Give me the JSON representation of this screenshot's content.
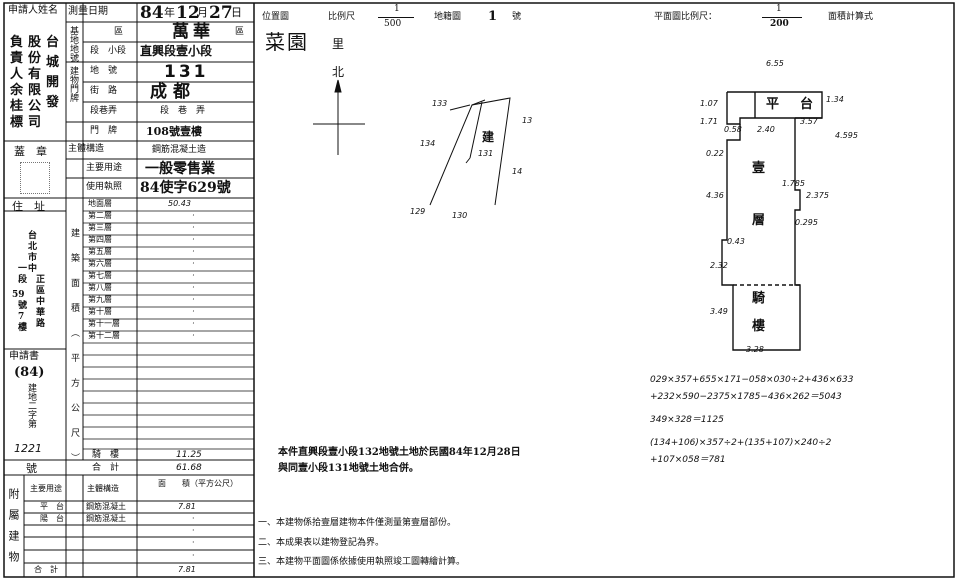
{
  "left": {
    "applicant_label": "申請人姓名",
    "applicant_name": [
      "台",
      "城",
      "開",
      "發"
    ],
    "applicant_name2": [
      "股",
      "份",
      "有",
      "限",
      "公",
      "司"
    ],
    "applicant_name3": [
      "負",
      "責",
      "人",
      "余",
      "桂",
      "標"
    ],
    "seal_label": "蓋　章",
    "address_label": "住　址",
    "address_lines": [
      "台",
      "北",
      "市",
      "中",
      "正",
      "區",
      "中",
      "華",
      "路",
      "一",
      "段",
      "59",
      "號",
      "7",
      "樓"
    ],
    "application_label": "申請書",
    "application_no": "(84)",
    "application_word": "建地二字第",
    "application_number": "1221",
    "application_hao": "號",
    "attached_label": "附屬建物",
    "survey_date_label": "測量日期",
    "survey_date": {
      "year": "84",
      "month": "12",
      "day": "27"
    },
    "year_char": "年",
    "month_char": "月",
    "day_char": "日",
    "base_land_label": "基地地號",
    "district_label": "區",
    "district_value": "萬華",
    "section_label": "段　小段",
    "section_value": "直興段壹小段",
    "land_no_label": "地　號",
    "land_no_value": "131",
    "door_label": "建物門牌",
    "street_label": "街　路",
    "street_value": "成都",
    "lane_label": "段巷弄",
    "lane_value": "段　巷　弄",
    "door_no_label": "門　牌",
    "door_no_value": "108號壹樓",
    "structure_label": "主體構造",
    "structure_value": "鋼筋混凝土造",
    "use_label": "主要用途",
    "use_value": "一般零售業",
    "license_label": "使用執照",
    "license_value": "84使字629號",
    "building_area_label": "建築面積（平方公尺）",
    "floors": [
      {
        "name": "地面層",
        "area": "50.43"
      },
      {
        "name": "第二層",
        "area": "·"
      },
      {
        "name": "第三層",
        "area": "·"
      },
      {
        "name": "第四層",
        "area": "·"
      },
      {
        "name": "第五層",
        "area": "·"
      },
      {
        "name": "第六層",
        "area": "·"
      },
      {
        "name": "第七層",
        "area": "·"
      },
      {
        "name": "第八層",
        "area": "·"
      },
      {
        "name": "第九層",
        "area": "·"
      },
      {
        "name": "第十層",
        "area": "·"
      },
      {
        "name": "第十一層",
        "area": "·"
      },
      {
        "name": "第十二層",
        "area": "·"
      }
    ],
    "arcade_label": "騎　樓",
    "arcade_area": "11.25",
    "total_label": "合　計",
    "total_area": "61.68",
    "attached_head": {
      "use": "主要用途",
      "structure": "主體構造",
      "area": "面　　積（平方公尺）"
    },
    "attached_rows": [
      {
        "use": "平　台",
        "structure": "鋼筋混凝土",
        "area": "7.81"
      },
      {
        "use": "陽　台",
        "structure": "鋼筋混凝土",
        "area": "·"
      }
    ],
    "attached_total_label": "合　計",
    "attached_total": "7.81"
  },
  "location_map": {
    "label": "位置圖",
    "scale_label": "比例尺",
    "scale_num": "1",
    "scale_den": "500",
    "sheet_label": "地籍圖",
    "sheet_no": "1",
    "sheet_suffix": "號",
    "area_name": "菜園",
    "area_suffix": "里",
    "north": "北",
    "parcels": [
      "133",
      "13",
      "134",
      "14",
      "129",
      "130"
    ],
    "building_mark": "建",
    "building_parcel": "131"
  },
  "plan": {
    "title": "平面圖比例尺：",
    "scale_num": "1",
    "scale_den": "200",
    "calc_label": "面積計算式",
    "rooms": [
      "平",
      "台",
      "壹",
      "層",
      "騎",
      "樓"
    ],
    "dims": [
      "6.55",
      "1.34",
      "3.57",
      "0.58",
      "2.40",
      "4.595",
      "1.71",
      "1.07",
      "0.22",
      "4.36",
      "1.785",
      "2.375",
      "0.295",
      "0.43",
      "2.32",
      "3.49",
      "3.28"
    ],
    "formula": [
      "029×357+655×171−058×030÷2+436×633",
      "+232×590−2375×1785−436×262＝5043",
      "349×328＝1125",
      "(134+106)×357÷2+(135+107)×240÷2",
      "+107×058＝781"
    ]
  },
  "remark": {
    "line1": "本件直興段壹小段132地號土地於民國84年12月28日",
    "line2": "與同壹小段131地號土地合併。"
  },
  "notes": [
    "一、本建物係拾壹層建物本件僅測量第壹層部份。",
    "二、本成果表以建物登記為界。",
    "三、本建物平面圖係依據使用執照竣工圖轉繪計算。"
  ]
}
